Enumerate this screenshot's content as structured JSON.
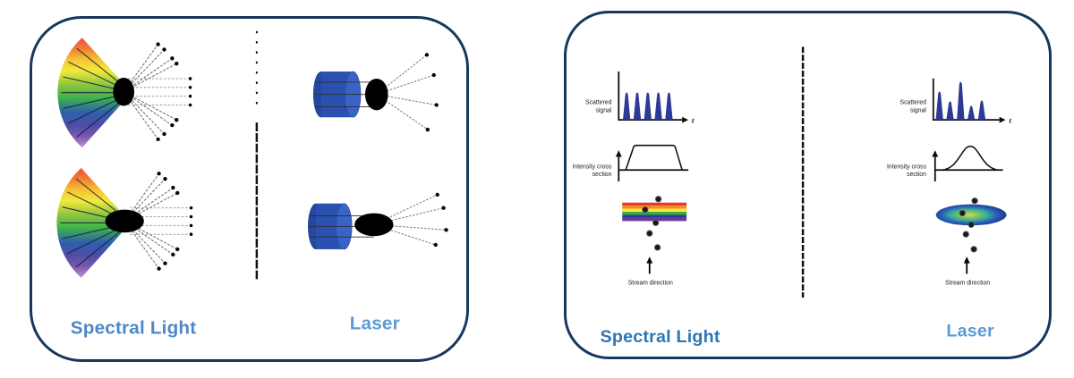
{
  "panels": {
    "left": {
      "spectral_light_label": "Spectral Light",
      "laser_label": "Laser"
    },
    "right": {
      "spectral_light_label": "Spectral Light",
      "laser_label": "Laser",
      "spectral_column": {
        "scattered_signal_label_line1": "Scattered",
        "scattered_signal_label_line2": "signal",
        "time_axis_label": "t",
        "intensity_label_line1": "Intensity cross",
        "intensity_label_line2": "section",
        "stream_direction_label": "Stream direction",
        "scattered_peak_heights": [
          33,
          33,
          33,
          33,
          33
        ],
        "intensity_profile_shape": "flat-top"
      },
      "laser_column": {
        "scattered_signal_label_line1": "Scattered",
        "scattered_signal_label_line2": "signal",
        "time_axis_label": "t",
        "intensity_label_line1": "Intensity cross",
        "intensity_label_line2": "section",
        "stream_direction_label": "Stream direction",
        "scattered_peak_heights": [
          34,
          23,
          45,
          18,
          24
        ],
        "intensity_profile_shape": "gaussian"
      }
    }
  },
  "colors": {
    "panel-border": "#17375e",
    "spectral-label-left": "#4e87c5",
    "spectral-label-right": "#2e75b6",
    "laser-label": "#5b9bd5",
    "peak-navy": "#2c3a96",
    "cylinder-blue": "#2a50b0",
    "beam-center": "#cfe065",
    "beam-edge": "#1b3a8a"
  }
}
